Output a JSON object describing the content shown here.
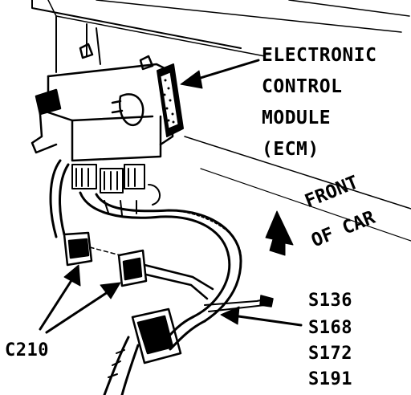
{
  "labels": {
    "ecm_line1": "ELECTRONIC",
    "ecm_line2": "CONTROL",
    "ecm_line3": "MODULE",
    "ecm_line4": "(ECM)",
    "front_line1": "FRONT",
    "front_line2": "OF CAR",
    "connector": "C210",
    "splice_1": "S136",
    "splice_2": "S168",
    "splice_3": "S172",
    "splice_4": "S191"
  },
  "colors": {
    "ink": "#000000",
    "paper": "#ffffff"
  }
}
